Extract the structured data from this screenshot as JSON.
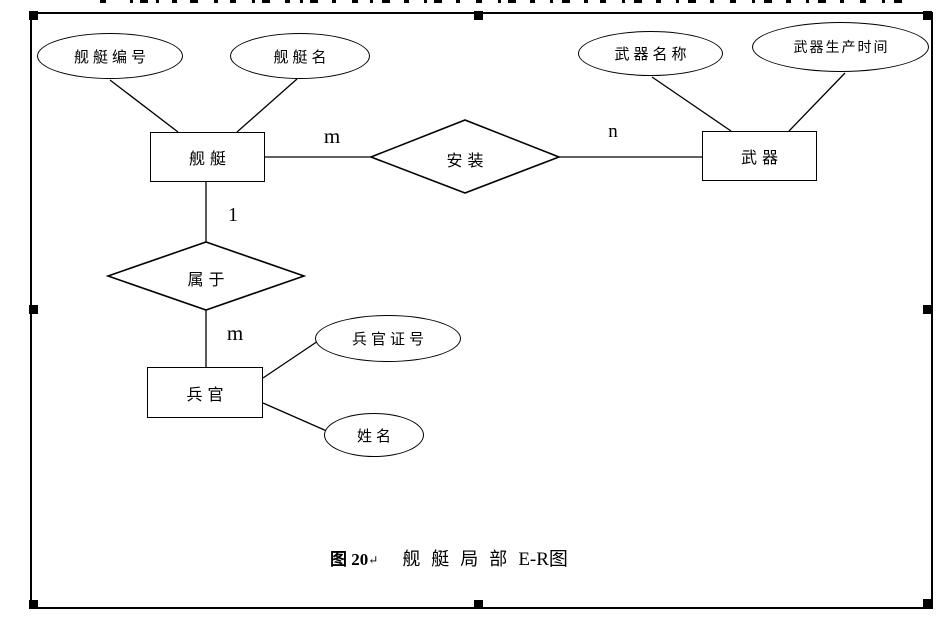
{
  "page": {
    "background": "#ffffff"
  },
  "frame": {
    "border_color": "#000000",
    "handle_color": "#000000"
  },
  "diagram": {
    "line_color": "#000000",
    "entities": [
      {
        "label": "舰艇"
      },
      {
        "label": "武器"
      },
      {
        "label": "兵官"
      }
    ],
    "relationships": [
      {
        "label": "安装"
      },
      {
        "label": "属于"
      }
    ],
    "attributes": [
      {
        "label": "舰艇编号"
      },
      {
        "label": "舰艇名"
      },
      {
        "label": "武器名称"
      },
      {
        "label": "武器生产时间"
      },
      {
        "label": "兵官证号"
      },
      {
        "label": "姓名"
      }
    ],
    "cardinalities": [
      {
        "label": "m"
      },
      {
        "label": "n"
      },
      {
        "label": "1"
      },
      {
        "label": "m"
      }
    ]
  },
  "caption": {
    "figure_label": "图 20",
    "return_mark": "↵",
    "title_zh": "舰艇局部",
    "title_suffix": "E-R图"
  }
}
